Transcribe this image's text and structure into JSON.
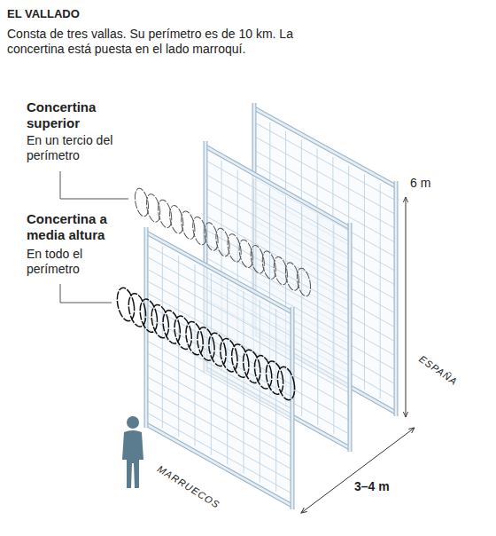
{
  "diagram": {
    "title": "EL VALLADO",
    "caption": "Consta de tres vallas. Su perímetro es de 10 km. La concertina está puesta en el lado marroquí.",
    "labels": [
      "Concertina superior",
      "En un tercio del perímetro",
      "Concertina a media altura",
      "En todo el perímetro",
      "6 m",
      "ESPAÑA",
      "3–4 m",
      "MARRUECOS"
    ]
  }
}
